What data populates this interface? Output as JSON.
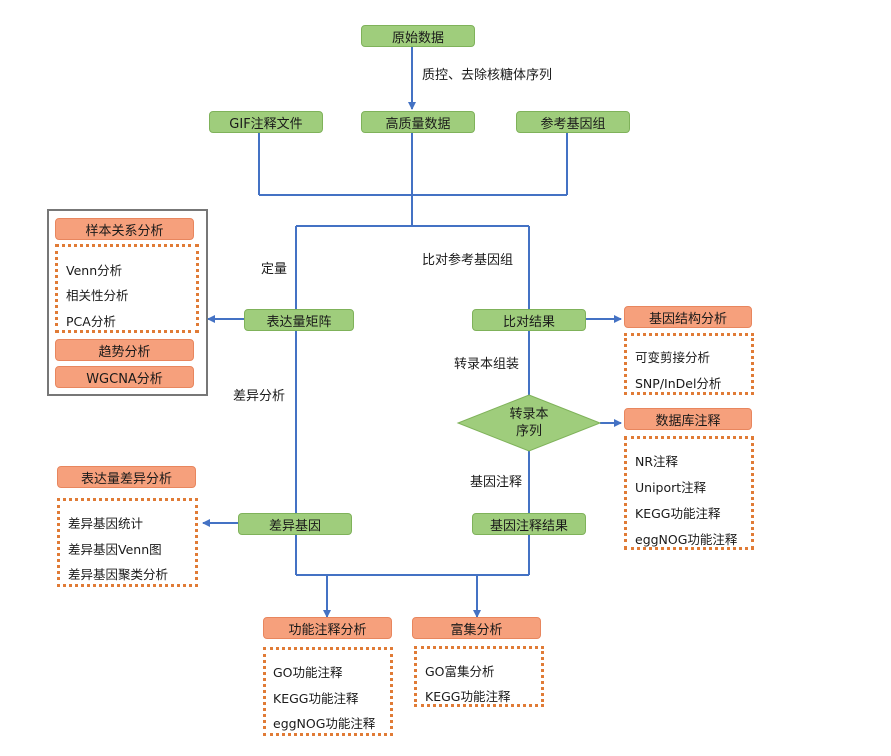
{
  "nodes": {
    "raw_data": "原始数据",
    "gif": "GIF注释文件",
    "hq_data": "高质量数据",
    "ref_genome": "参考基因组",
    "expr_matrix": "表达量矩阵",
    "align_result": "比对结果",
    "transcript_seq_line1": "转录本",
    "transcript_seq_line2": "序列",
    "diff_genes": "差异基因",
    "gene_annot_result": "基因注释结果"
  },
  "edges": {
    "qc": "质控、去除核糖体序列",
    "quant": "定量",
    "align_ref": "比对参考基因组",
    "assembly": "转录本组装",
    "diff_analysis": "差异分析",
    "gene_annot": "基因注释"
  },
  "panels": {
    "sample_relation": {
      "title": "样本关系分析",
      "items": [
        "Venn分析",
        "相关性分析",
        "PCA分析"
      ]
    },
    "trend": "趋势分析",
    "wgcna": "WGCNA分析",
    "gene_structure": {
      "title": "基因结构分析",
      "items": [
        "可变剪接分析",
        "SNP/InDel分析"
      ]
    },
    "db_annot": {
      "title": "数据库注释",
      "items": [
        "NR注释",
        "Uniport注释",
        "KEGG功能注释",
        "eggNOG功能注释"
      ]
    },
    "expr_diff": {
      "title": "表达量差异分析",
      "items": [
        "差异基因统计",
        "差异基因Venn图",
        "差异基因聚类分析"
      ]
    },
    "func_annot": {
      "title": "功能注释分析",
      "items": [
        "GO功能注释",
        "KEGG功能注释",
        "eggNOG功能注释"
      ]
    },
    "enrichment": {
      "title": "富集分析",
      "items": [
        "GO富集分析",
        "KEGG功能注释"
      ]
    }
  },
  "colors": {
    "green": "#9fcd7c",
    "orange": "#f6a07c",
    "dotted": "#e07b36",
    "line": "#4472c4"
  }
}
